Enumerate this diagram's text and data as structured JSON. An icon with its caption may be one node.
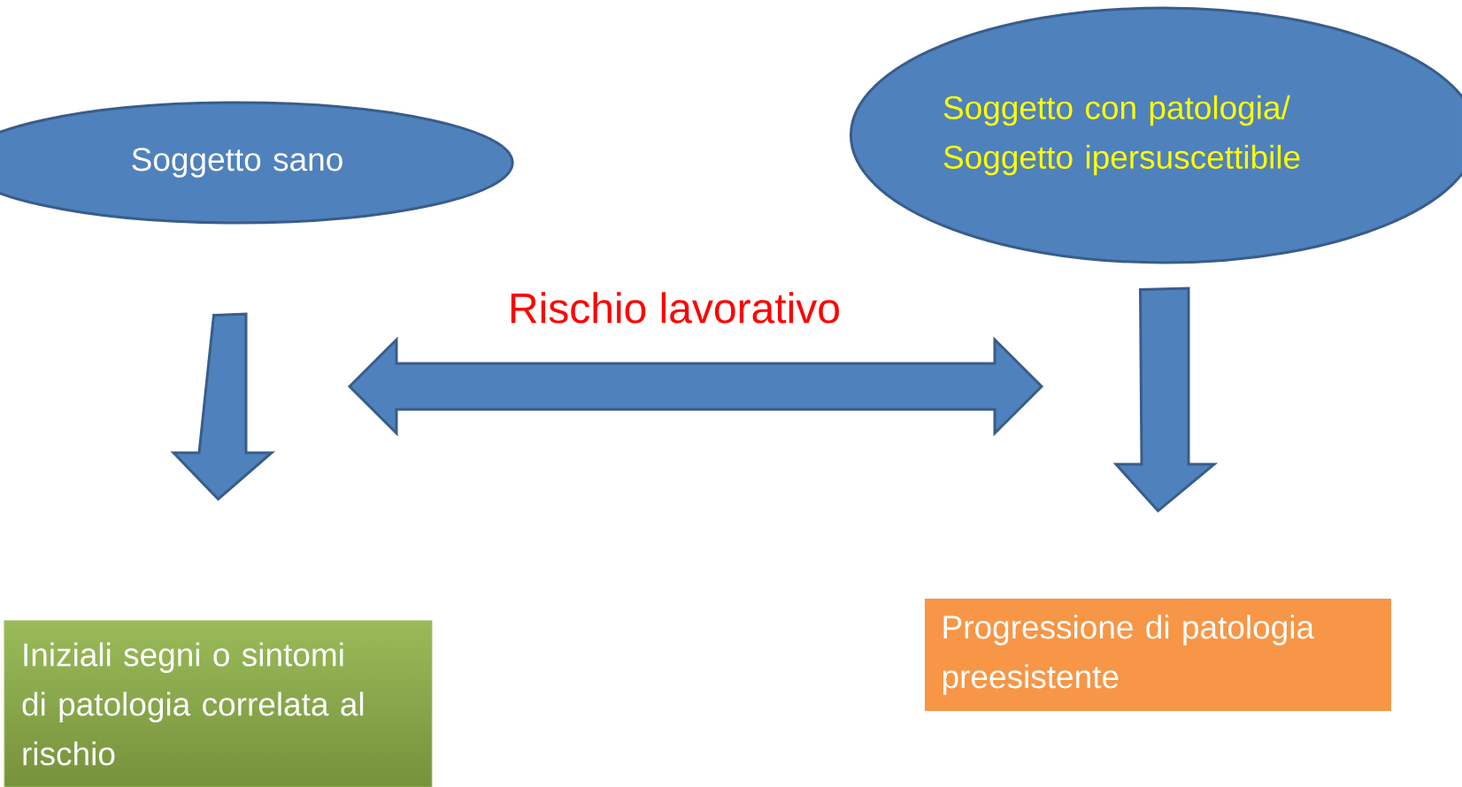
{
  "diagram": {
    "nodes": [
      {
        "text": [
          "Soggetto sano"
        ]
      },
      {
        "text": [
          "Soggetto con patologia/ Soggetto ipersuscettibile"
        ]
      },
      {
        "text": [
          "Iniziali segni o sintomi di patologia correlata al rischio"
        ]
      },
      {
        "text": [
          "Progressione di patologia preesistente"
        ]
      }
    ],
    "edges": [
      {
        "from": 0,
        "to": 2,
        "arrow": "to"
      },
      {
        "from": 1,
        "to": 3,
        "arrow": "to"
      }
    ],
    "labels": [
      "Rischio lavorativo"
    ]
  }
}
